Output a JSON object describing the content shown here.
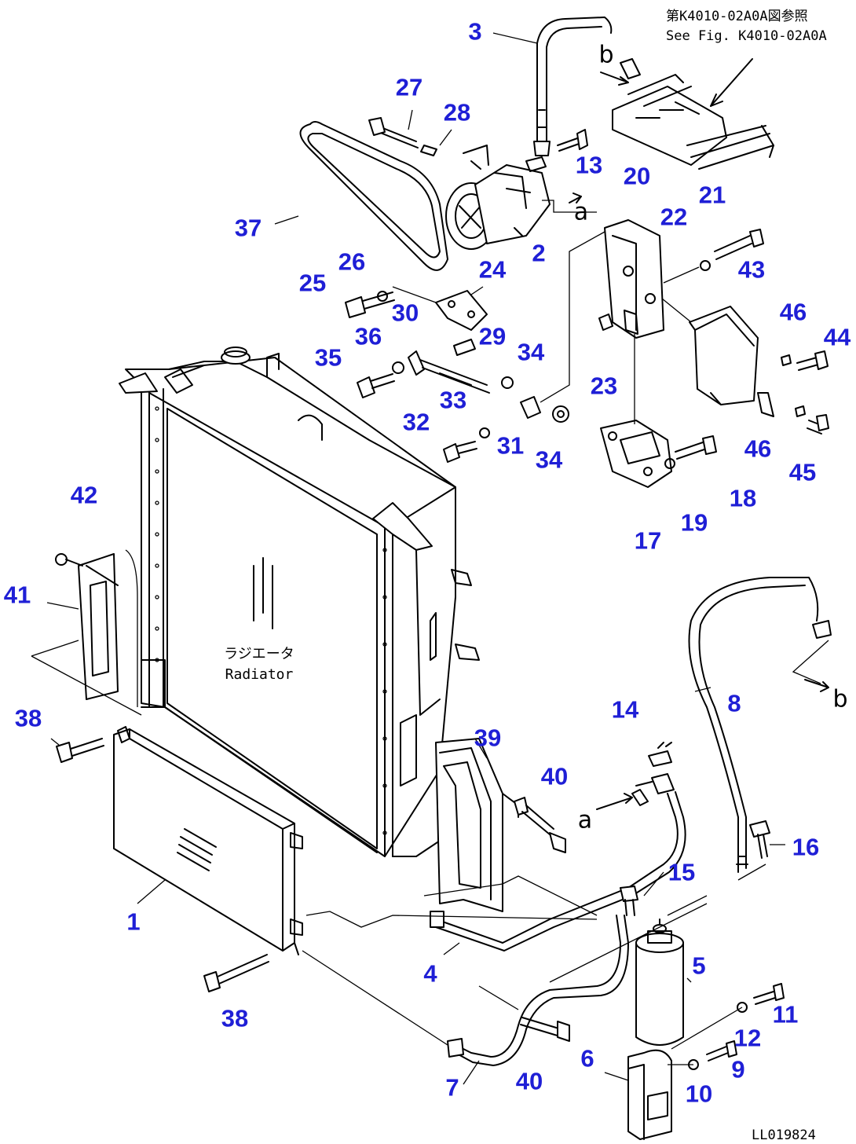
{
  "references": {
    "line1": "第K4010-02A0A図参照",
    "line2": "See Fig. K4010-02A0A"
  },
  "component_label": {
    "jp": "ラジエータ",
    "en": "Radiator"
  },
  "connection_markers": [
    "a",
    "a",
    "b",
    "b"
  ],
  "drawing_code": "LL019824",
  "part_numbers": [
    "1",
    "2",
    "3",
    "4",
    "5",
    "6",
    "7",
    "8",
    "9",
    "10",
    "11",
    "12",
    "13",
    "14",
    "15",
    "16",
    "17",
    "18",
    "19",
    "20",
    "21",
    "22",
    "23",
    "24",
    "25",
    "26",
    "27",
    "28",
    "29",
    "30",
    "31",
    "32",
    "33",
    "34",
    "34",
    "35",
    "36",
    "37",
    "38",
    "38",
    "39",
    "40",
    "40",
    "41",
    "42",
    "43",
    "44",
    "45",
    "46",
    "46"
  ],
  "colors": {
    "callout": "#1f1fd6",
    "line": "#000000"
  }
}
